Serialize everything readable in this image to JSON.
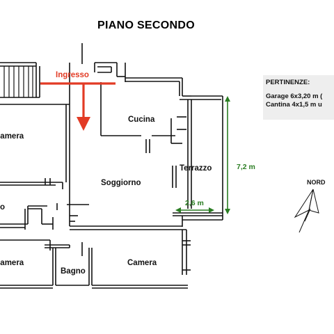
{
  "title": "PIANO SECONDO",
  "rooms": {
    "camera_top_left": "Camera",
    "cucina": "Cucina",
    "soggiorno": "Soggiorno",
    "terrazzo": "Terrazzo",
    "camera_bottom_left": "Camera",
    "bagno": "Bagno",
    "camera_bottom": "Camera",
    "partial_left": "o"
  },
  "entrance_label": "Ingresso",
  "dimensions": {
    "terrace_height": "7,2 m",
    "terrace_width": "2,6 m"
  },
  "compass_label": "NORD",
  "pertinenze": {
    "heading": "PERTINENZE:",
    "garage": "Garage 6x3,20 m (",
    "cantina": "Cantina 4x1,5 m u"
  },
  "colors": {
    "walls": "#111111",
    "entrance_arrow": "#e23b25",
    "dimension_lines": "#2a7d22",
    "panel_bg": "#eeeeee"
  }
}
